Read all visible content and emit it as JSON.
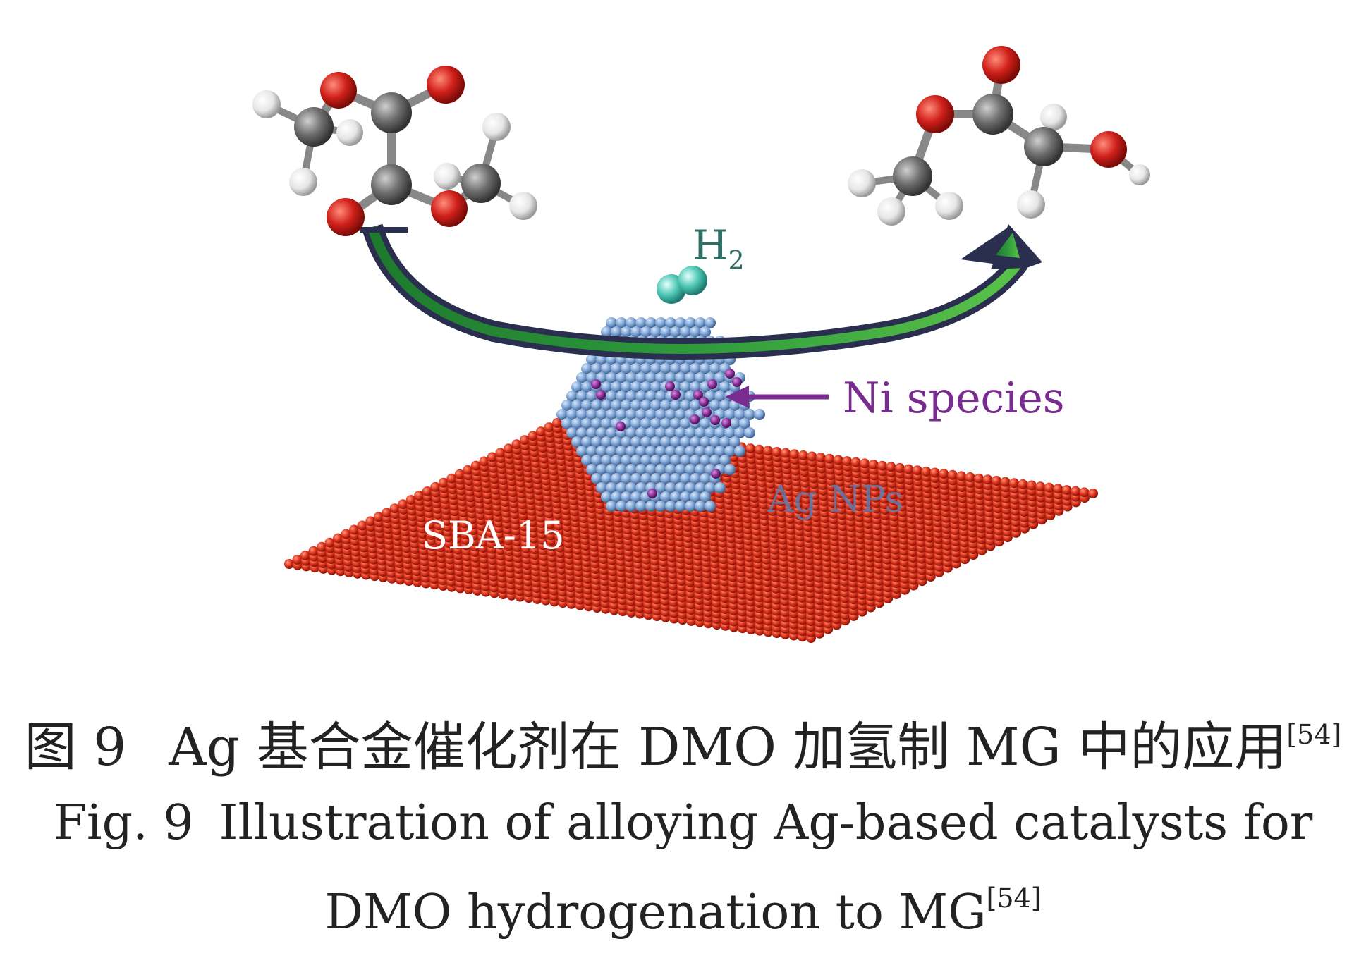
{
  "diagram": {
    "h2_label": "H",
    "h2_subscript": "2",
    "ni_label": "Ni species",
    "ag_label": "Ag NPs",
    "support_label": "SBA-15",
    "colors": {
      "oxygen": "#d0201a",
      "carbon": "#6e6e6e",
      "hydrogen": "#e6e6e6",
      "h2": "#4fc8b6",
      "silver": "#7fa6d6",
      "nickel": "#8a2f97",
      "support": "#e0341c",
      "arrow_outline": "#2a2e4f",
      "arrow_fill": "#2f9a3c",
      "ni_text": "#7a2b8f",
      "ag_text": "#5a7fb6"
    }
  },
  "caption": {
    "zh_fig": "图 9",
    "zh_text": "Ag 基合金催化剂在 DMO 加氢制 MG 中的应用",
    "zh_ref": "[54]",
    "en_fig": "Fig. 9",
    "en_text_1": "Illustration of alloying Ag-based catalysts for",
    "en_text_2": "DMO hydrogenation to MG",
    "en_ref": "[54]"
  }
}
